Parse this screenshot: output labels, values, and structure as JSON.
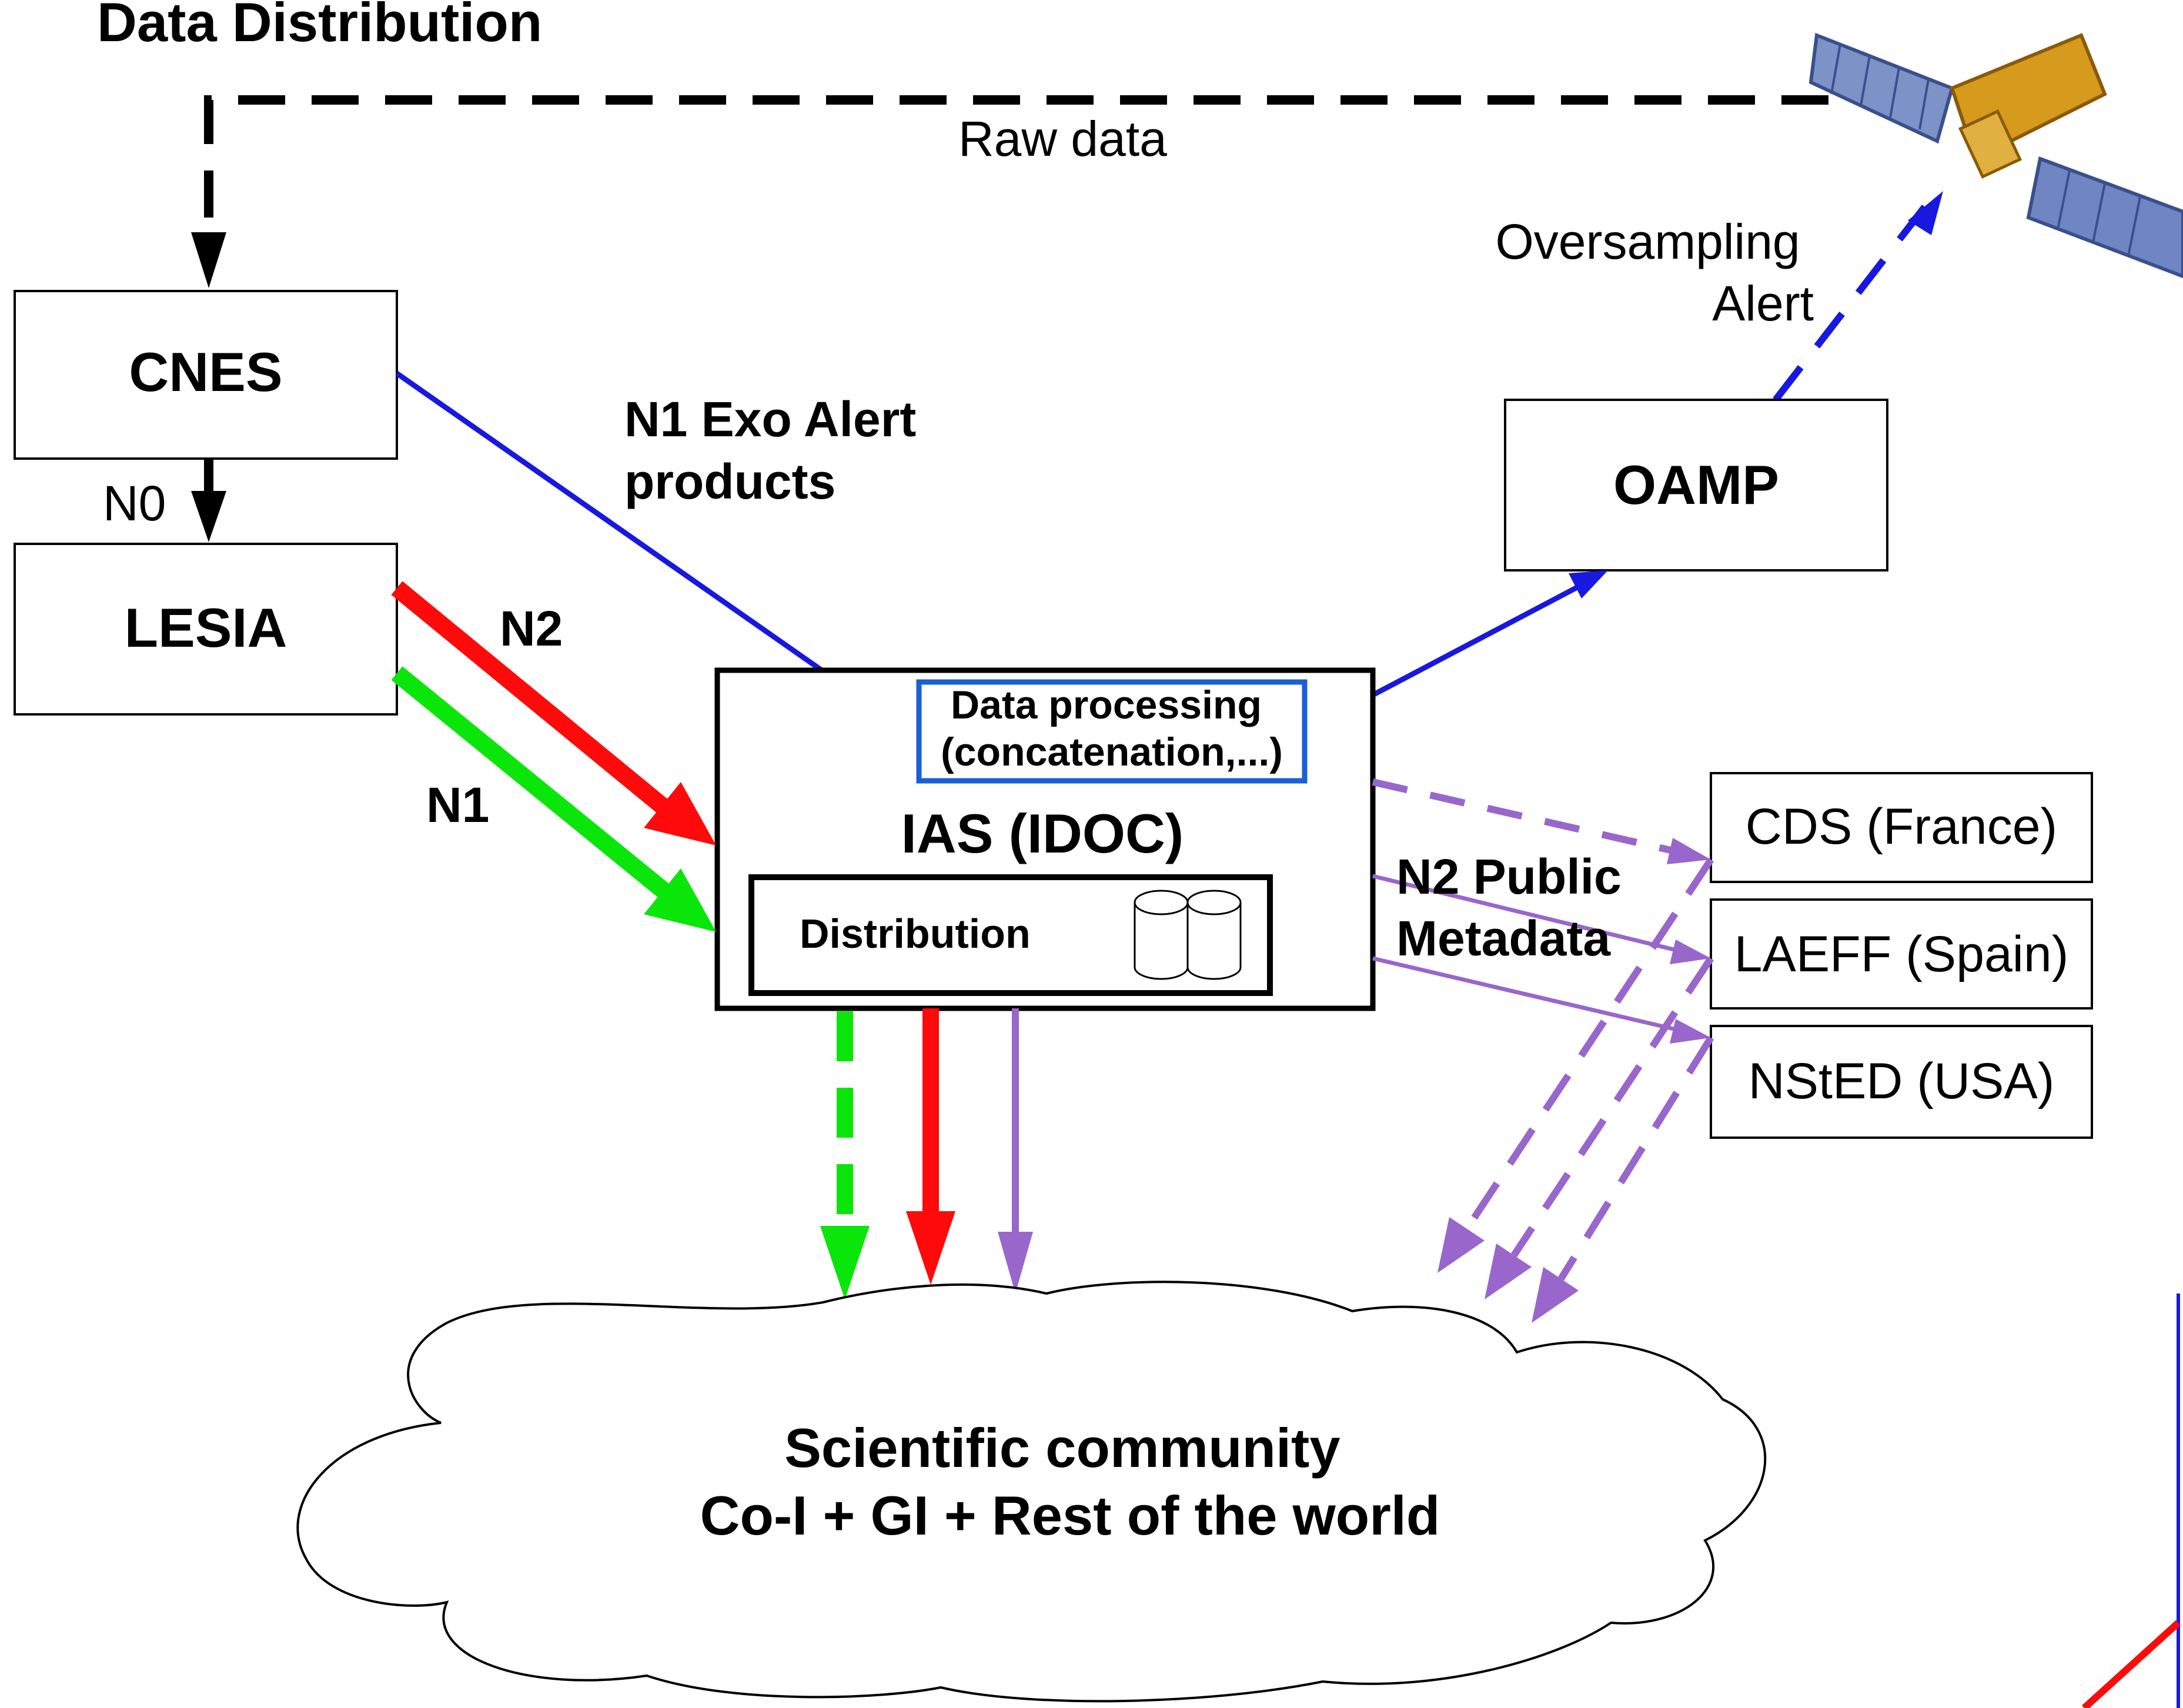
{
  "title": "Data Distribution",
  "raw_data_label": "Raw data",
  "oversampling_alert_label": [
    "Oversampling",
    "Alert"
  ],
  "nodes": {
    "cnes": "CNES",
    "lesia": "LESIA",
    "oamp": "OAMP",
    "ias": "IAS (IDOC)",
    "data_processing": [
      "Data processing",
      "(concatenation,...)"
    ],
    "distribution": "Distribution",
    "cds": "CDS (France)",
    "laeff": "LAEFF (Spain)",
    "nsted": "NStED (USA)",
    "community": [
      "Scientific community",
      "Co-I + GI + Rest of the world"
    ]
  },
  "edge_labels": {
    "n0": "N0",
    "n1_exo": [
      "N1 Exo Alert",
      "products"
    ],
    "n2": "N2",
    "n1": "N1",
    "n2_public": [
      "N2 Public",
      "Metadata"
    ]
  },
  "colors": {
    "blue": "#1818e0",
    "red": "#ff0a0a",
    "green": "#0ae60a",
    "purple": "#9966cc",
    "black": "#000000",
    "processing_border": "#1a5fd6"
  }
}
